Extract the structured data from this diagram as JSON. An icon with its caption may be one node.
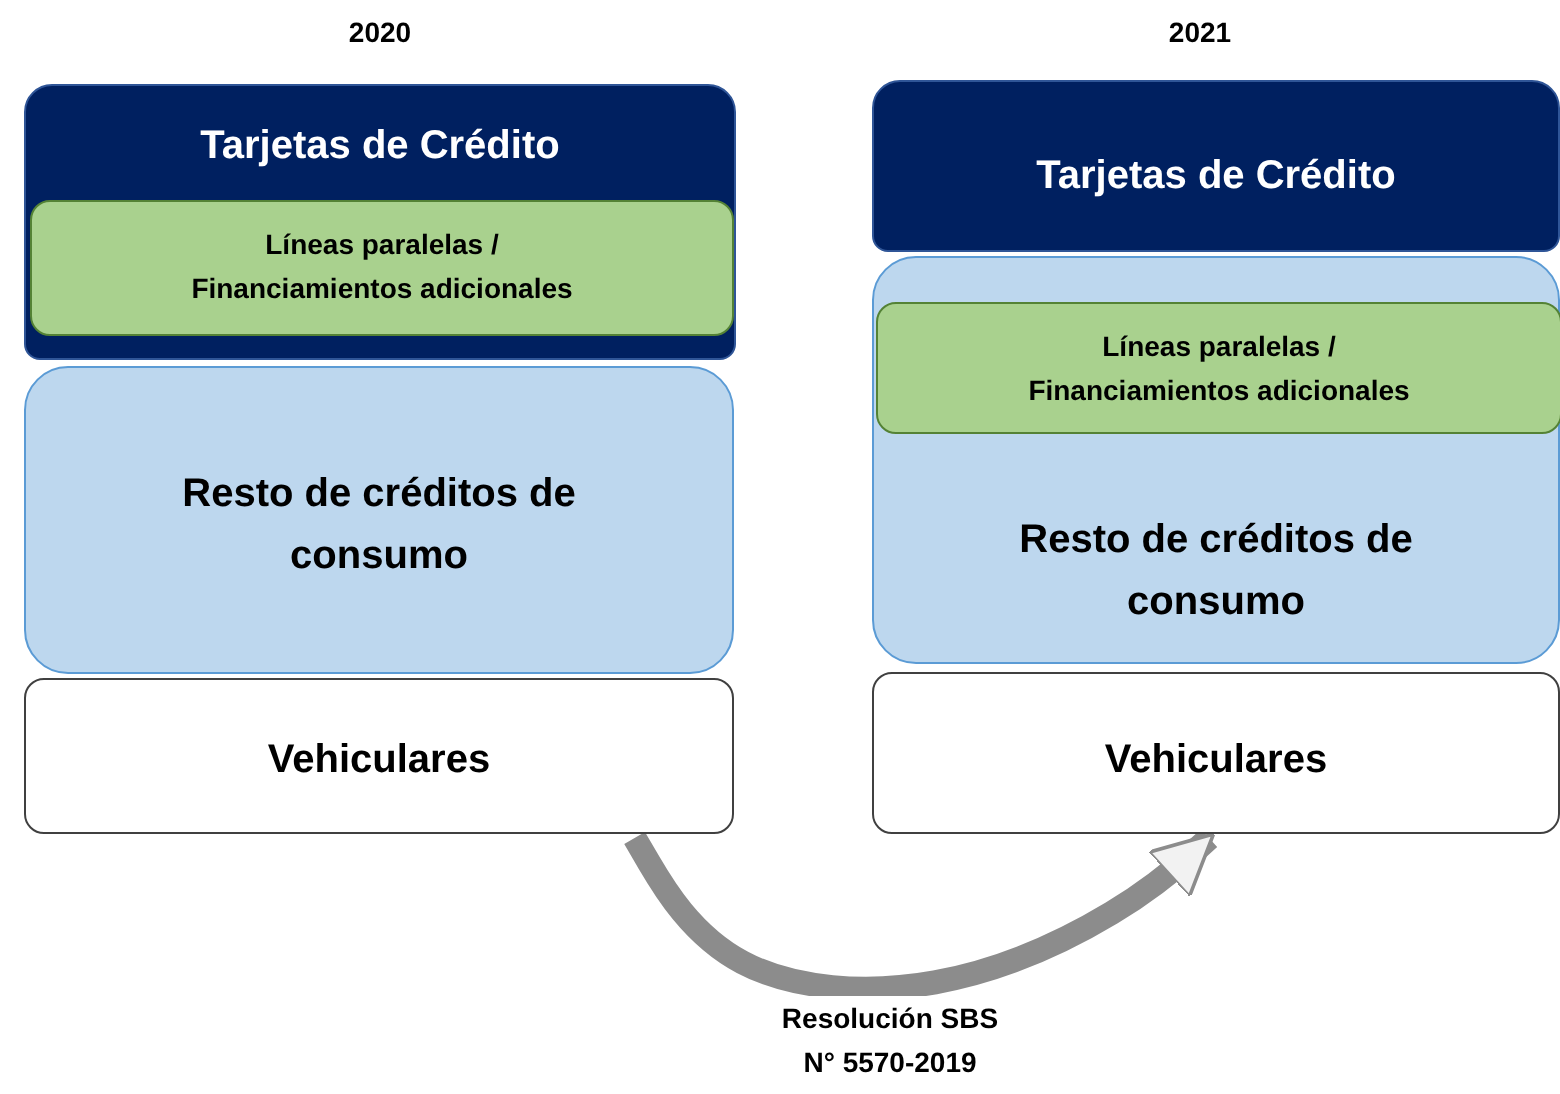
{
  "diagram": {
    "nodes": [
      {
        "text": [
          "Tarjetas de Crédito"
        ]
      },
      {
        "text": [
          "Líneas paralelas / Financiamientos adicionales"
        ],
        "in": 0
      },
      {
        "text": [
          "Resto de créditos de consumo"
        ]
      },
      {
        "text": [
          "Vehiculares"
        ]
      },
      {
        "text": [
          "Tarjetas de Crédito"
        ]
      },
      {
        "text": [
          "Resto de créditos de consumo"
        ]
      },
      {
        "text": [
          "Líneas paralelas / Financiamientos adicionales"
        ],
        "in": 5
      },
      {
        "text": [
          "Vehiculares"
        ]
      }
    ],
    "edges": [
      {
        "from": 3,
        "to": 7,
        "arrow": "to",
        "label": "Resolución SBS N° 5570-2019"
      }
    ],
    "labels": [
      "2020",
      "2021"
    ]
  }
}
